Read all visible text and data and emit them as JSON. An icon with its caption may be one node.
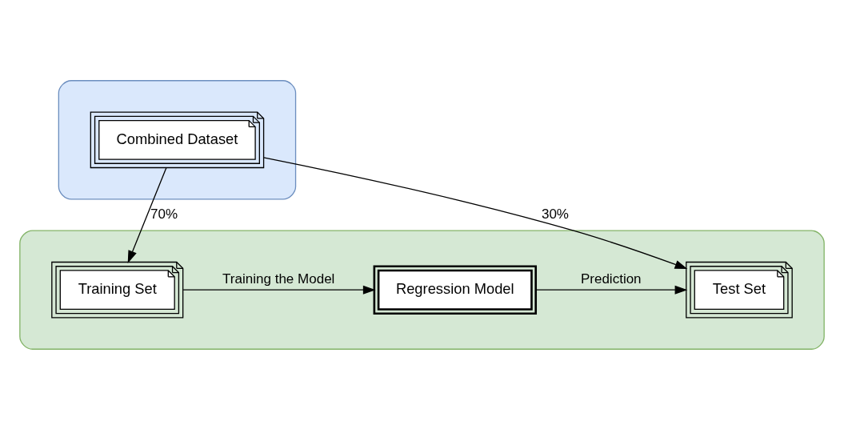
{
  "diagram": {
    "nodes": [
      {
        "text": [],
        "shape": "box"
      },
      {
        "text": [
          "Combined Dataset"
        ],
        "in": 0
      },
      {
        "text": [],
        "shape": "box"
      },
      {
        "text": [
          "Training Set"
        ],
        "in": 2
      },
      {
        "text": [
          "Regression Model"
        ],
        "in": 2
      },
      {
        "text": [
          "Test Set"
        ],
        "in": 2
      }
    ],
    "edges": [
      {
        "from": 1,
        "to": 3,
        "arrow": "to",
        "label": "70%"
      },
      {
        "from": 1,
        "to": 5,
        "arrow": "to",
        "label": "30%"
      },
      {
        "from": 3,
        "to": 4,
        "arrow": "to",
        "label": "Training the Model"
      },
      {
        "from": 4,
        "to": 5,
        "arrow": "to",
        "label": "Prediction"
      }
    ]
  }
}
